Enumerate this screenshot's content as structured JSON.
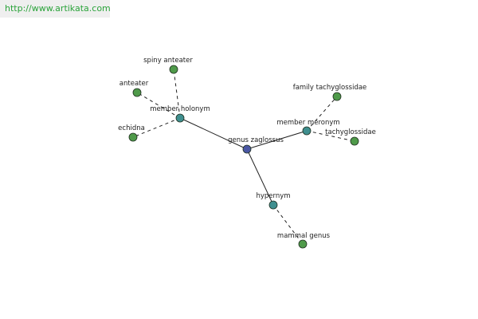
{
  "watermark": {
    "url": "http://www.artikata.com"
  },
  "colors": {
    "center_node": "#4a57a4",
    "relation_node": "#3f8f8f",
    "leaf_node": "#4f9a4a",
    "node_stroke": "#1f2f1f",
    "edge": "#222222",
    "watermark_text": "#2aa33a",
    "watermark_bg": "#efefef"
  },
  "graph": {
    "center": {
      "id": "center",
      "label": "genus zaglossus",
      "kind": "center"
    },
    "relations": [
      {
        "id": "member-holonym",
        "label": "member holonym",
        "kind": "relation"
      },
      {
        "id": "member-meronym",
        "label": "member meronym",
        "kind": "relation"
      },
      {
        "id": "hypernym",
        "label": "hypernym",
        "kind": "relation"
      }
    ],
    "leaves": [
      {
        "id": "spiny-anteater",
        "label": "spiny anteater",
        "relation": "member-holonym",
        "kind": "leaf"
      },
      {
        "id": "anteater",
        "label": "anteater",
        "relation": "member-holonym",
        "kind": "leaf"
      },
      {
        "id": "echidna",
        "label": "echidna",
        "relation": "member-holonym",
        "kind": "leaf"
      },
      {
        "id": "family-tachyglossidae",
        "label": "family tachyglossidae",
        "relation": "member-meronym",
        "kind": "leaf"
      },
      {
        "id": "tachyglossidae",
        "label": "tachyglossidae",
        "relation": "member-meronym",
        "kind": "leaf"
      },
      {
        "id": "mammal-genus",
        "label": "mammal genus",
        "relation": "hypernym",
        "kind": "leaf"
      }
    ]
  }
}
